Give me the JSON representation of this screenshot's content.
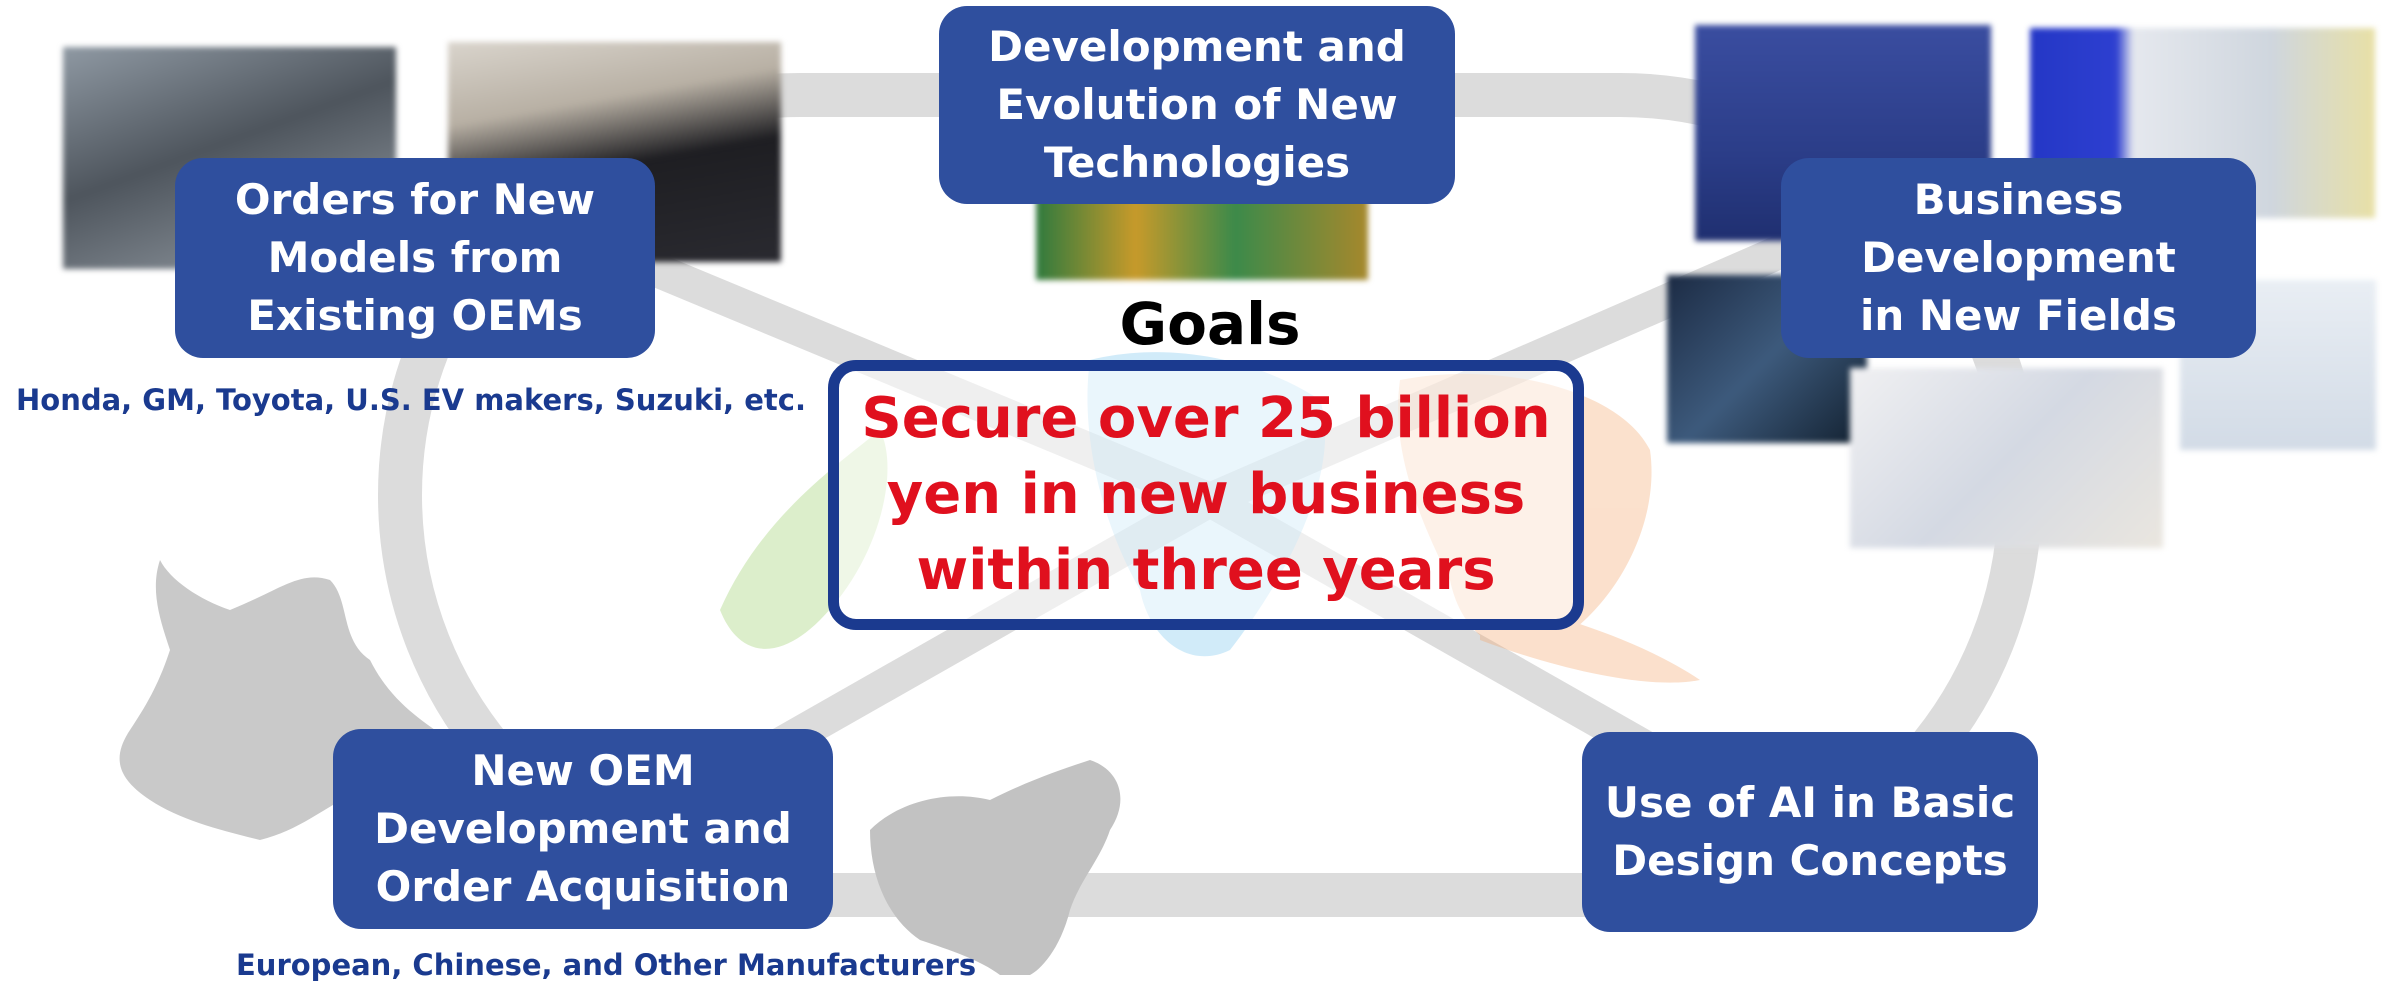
{
  "goals": {
    "title": "Goals",
    "target_lines": [
      "Secure over 25 billion",
      "yen in new business",
      "within three years"
    ]
  },
  "nodes": {
    "existing_oems": [
      "Orders for New",
      "Models from",
      "Existing OEMs"
    ],
    "new_tech": [
      "Development and",
      "Evolution of New",
      "Technologies"
    ],
    "new_fields": [
      "Business",
      "Development",
      "in New Fields"
    ],
    "new_oem": [
      "New OEM",
      "Development and",
      "Order Acquisition"
    ],
    "ai_design": [
      "Use of AI in Basic",
      "Design Concepts"
    ]
  },
  "captions": {
    "existing_oems": "Honda, GM, Toyota, U.S. EV makers, Suzuki, etc.",
    "new_oem": "European, Chinese, and Other Manufacturers"
  },
  "colors": {
    "node_fill": "#2f4f9e",
    "goal_border": "#1b3a8f",
    "goal_text": "#e0101e",
    "caption_text": "#1a3a8f",
    "ring": "#dcdcdc"
  }
}
